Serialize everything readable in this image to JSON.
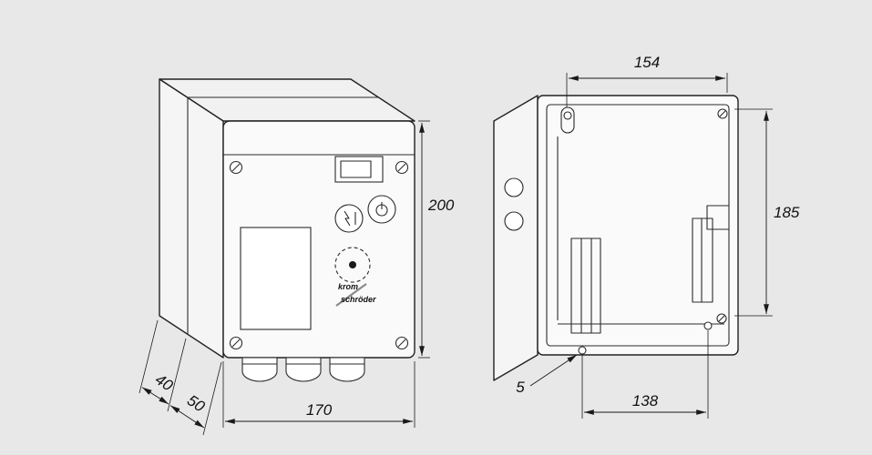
{
  "colors": {
    "background": "#e8e8e8",
    "line": "#222222"
  },
  "brand": {
    "line1": "krom",
    "line2": "schröder"
  },
  "dims": {
    "front": {
      "height": "200",
      "width": "170",
      "depth_housing": "40",
      "depth_door": "50"
    },
    "back": {
      "inner_width": "154",
      "height": "185",
      "hole_spacing": "138",
      "hole_offset": "5"
    }
  }
}
